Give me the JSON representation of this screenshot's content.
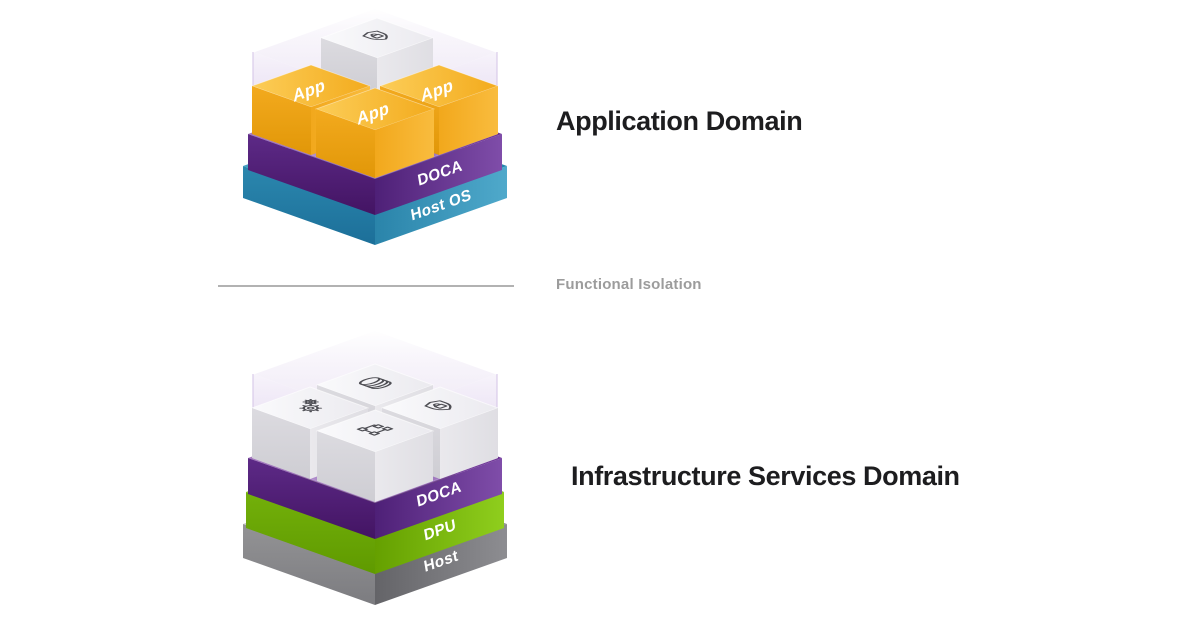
{
  "diagram": {
    "top": {
      "domain_label": "Application Domain",
      "apps": [
        "App",
        "App",
        "App"
      ],
      "shield_cube_icon": "shield-lock-icon",
      "layers": [
        {
          "label": "DOCA"
        },
        {
          "label": "Host OS"
        }
      ]
    },
    "divider_label": "Functional Isolation",
    "bottom": {
      "domain_label": "Infrastructure Services Domain",
      "service_icons": [
        "database-icon",
        "gears-icon",
        "shield-lock-icon",
        "network-tree-icon"
      ],
      "layers": [
        {
          "label": "DOCA"
        },
        {
          "label": "DPU"
        },
        {
          "label": "Host"
        }
      ]
    },
    "colors": {
      "doca_purple": "#5d2b87",
      "host_os_teal": "#2b87ae",
      "dpu_green": "#76b900",
      "host_gray": "#77777b",
      "app_orange": "#f7b32b",
      "title_text": "#1d1d1f",
      "divider_text": "#9c9c9c",
      "background": "#ffffff"
    }
  }
}
